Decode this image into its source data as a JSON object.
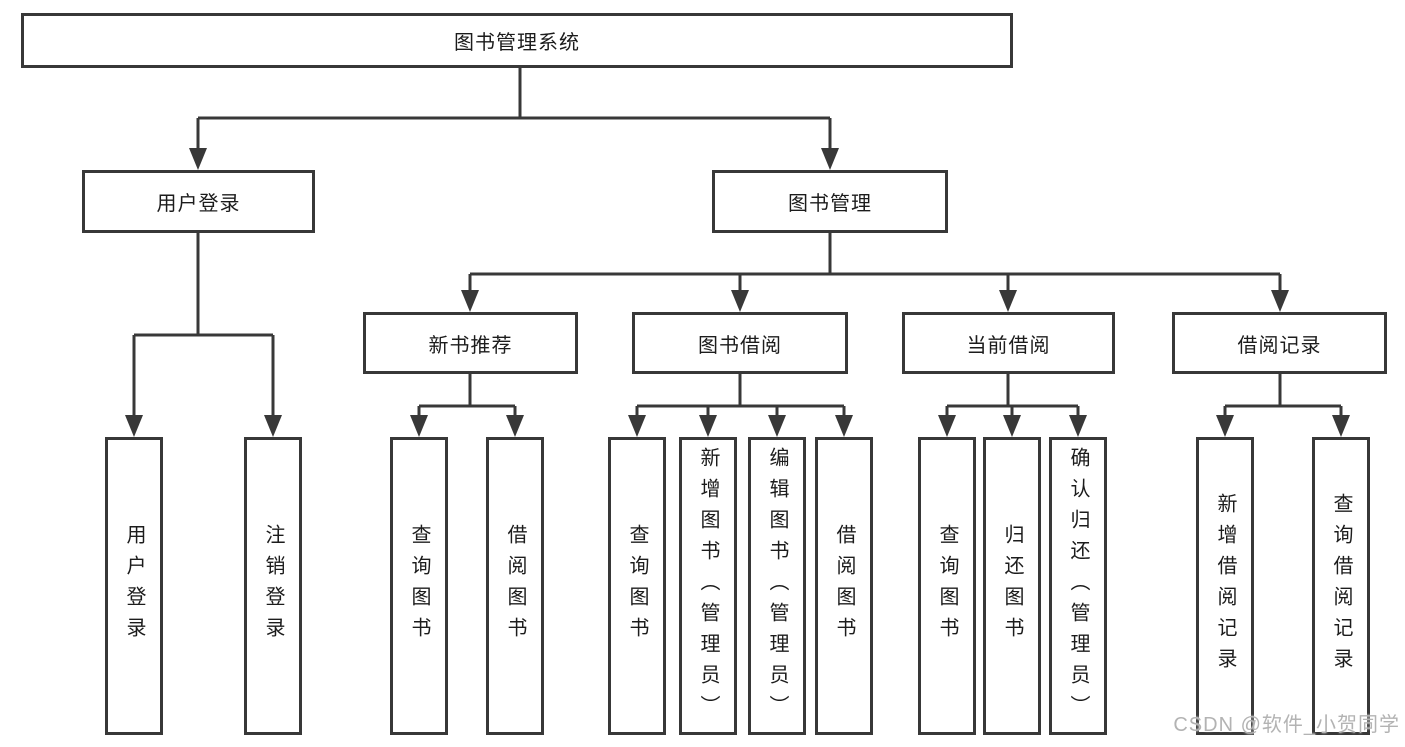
{
  "diagram": {
    "root": {
      "label": "图书管理系统"
    },
    "branches": [
      {
        "label": "用户登录",
        "children": [
          {
            "label": "用户登录"
          },
          {
            "label": "注销登录"
          }
        ]
      },
      {
        "label": "图书管理",
        "children": [
          {
            "label": "新书推荐",
            "children": [
              {
                "label": "查询图书"
              },
              {
                "label": "借阅图书"
              }
            ]
          },
          {
            "label": "图书借阅",
            "children": [
              {
                "label": "查询图书"
              },
              {
                "label": "新增图书（管理员）"
              },
              {
                "label": "编辑图书（管理员）"
              },
              {
                "label": "借阅图书"
              }
            ]
          },
          {
            "label": "当前借阅",
            "children": [
              {
                "label": "查询图书"
              },
              {
                "label": "归还图书"
              },
              {
                "label": "确认归还（管理员）"
              }
            ]
          },
          {
            "label": "借阅记录",
            "children": [
              {
                "label": "新增借阅记录"
              },
              {
                "label": "查询借阅记录"
              }
            ]
          }
        ]
      }
    ]
  },
  "watermark": "CSDN @软件_小贺同学",
  "colors": {
    "line": "#383838",
    "box_border": "#383838",
    "text": "#1c1c1c",
    "watermark": "#b3b3b3",
    "background": "#ffffff"
  }
}
